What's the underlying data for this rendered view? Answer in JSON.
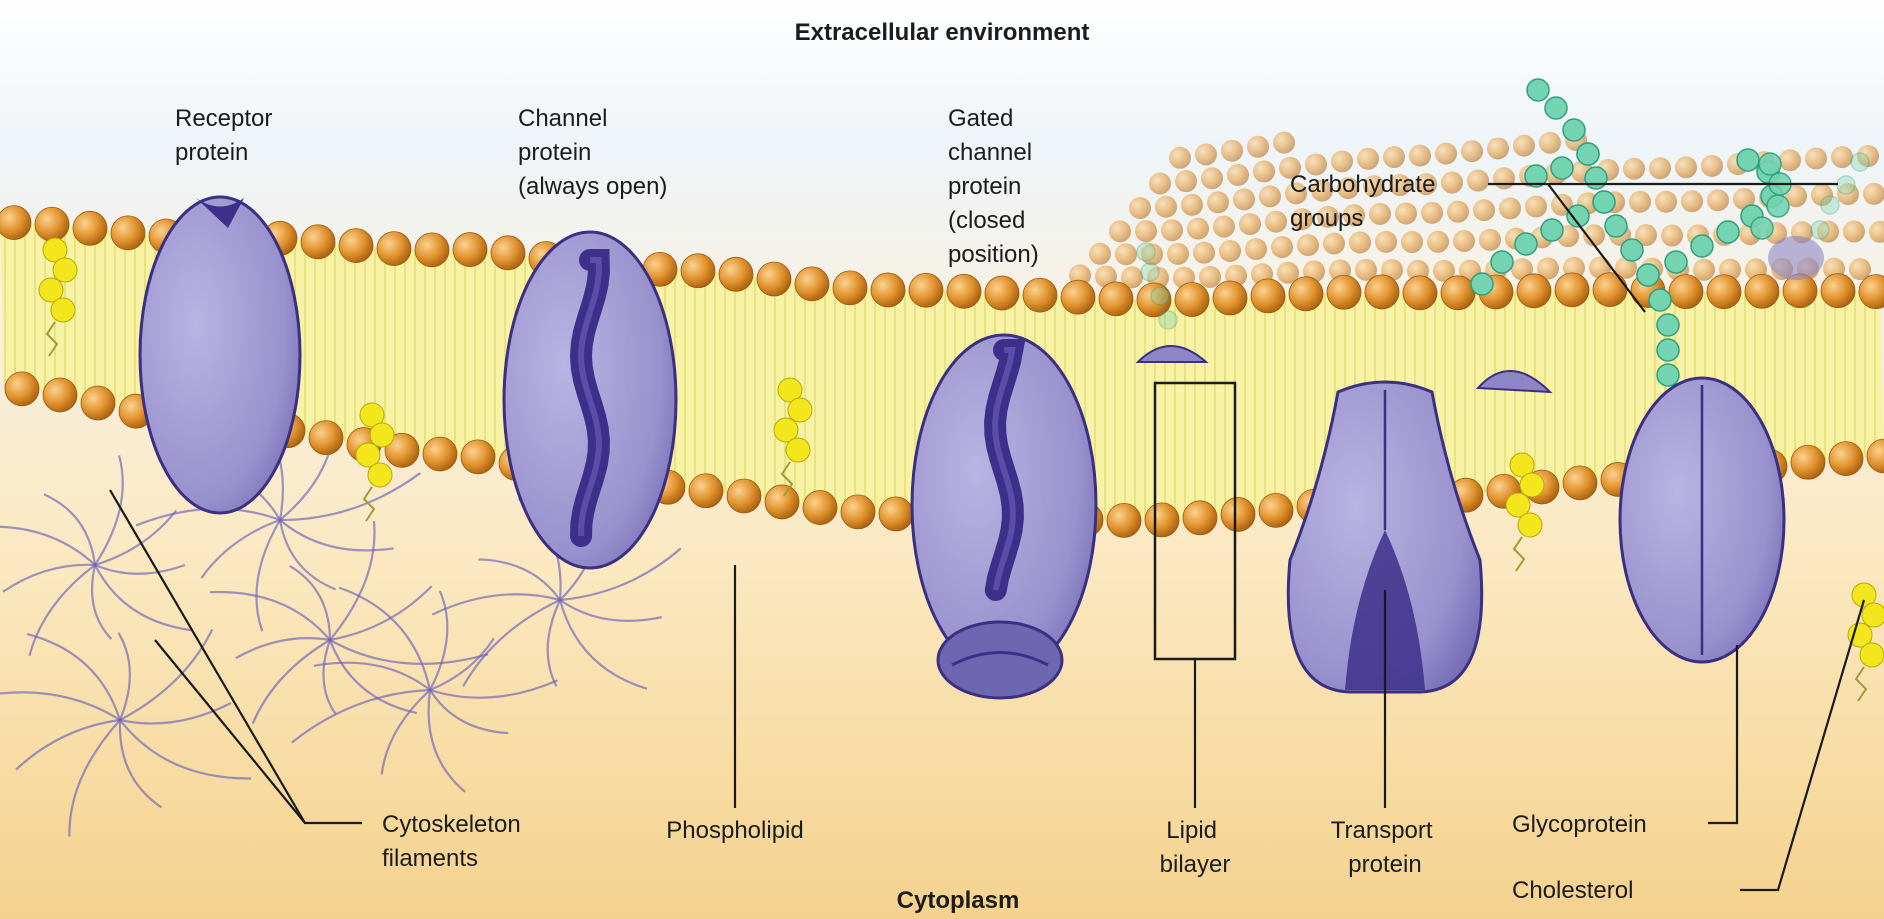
{
  "regions": {
    "top": "Extracellular environment",
    "bottom": "Cytoplasm"
  },
  "labels": {
    "receptor": [
      "Receptor",
      "protein"
    ],
    "channel": [
      "Channel",
      "protein",
      "(always open)"
    ],
    "gated": [
      "Gated",
      "channel",
      "protein",
      "(closed",
      "position)"
    ],
    "carbohydrate": [
      "Carbohydrate",
      "groups"
    ],
    "cytoskeleton": [
      "Cytoskeleton",
      "filaments"
    ],
    "phospholipid": [
      "Phospholipid"
    ],
    "lipid_bilayer": [
      "Lipid",
      "bilayer"
    ],
    "transport": [
      "Transport",
      "protein"
    ],
    "glycoprotein": [
      "Glycoprotein"
    ],
    "cholesterol": [
      "Cholesterol"
    ]
  },
  "colors": {
    "protein": "#9b95cf",
    "protein_outline": "#3a2f80",
    "channel_pore": "#3d2f8a",
    "phospholipid_head": "#e2962f",
    "membrane_core": "#f8f3a4",
    "cholesterol": "#f4e61c",
    "carbohydrate": "#74d3b0",
    "cytoskeleton": "#6c5fb8",
    "cytoplasm": "#f7dba2",
    "extracellular": "#e8f2f8"
  }
}
